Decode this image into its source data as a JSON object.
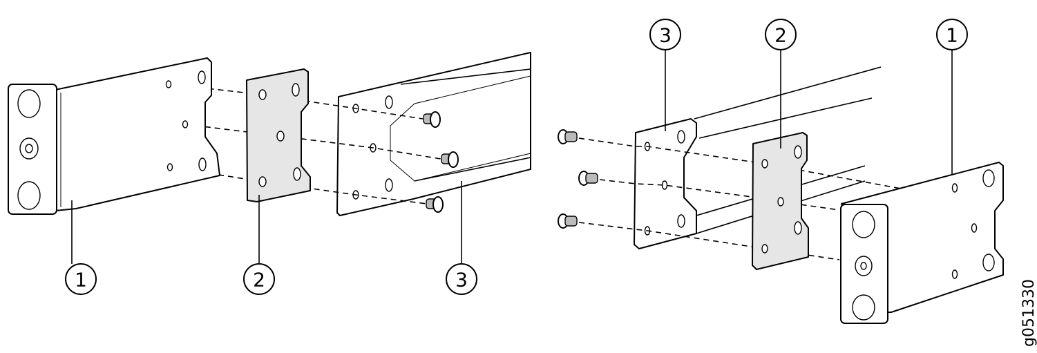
{
  "left_view": {
    "callouts": [
      {
        "label": "1",
        "part": "mounting-bracket"
      },
      {
        "label": "2",
        "part": "adapter-plate"
      },
      {
        "label": "3",
        "part": "rail"
      }
    ]
  },
  "right_view": {
    "callouts": [
      {
        "label": "3",
        "part": "rail"
      },
      {
        "label": "2",
        "part": "adapter-plate"
      },
      {
        "label": "1",
        "part": "mounting-bracket"
      }
    ]
  },
  "figure_id": "g051330"
}
